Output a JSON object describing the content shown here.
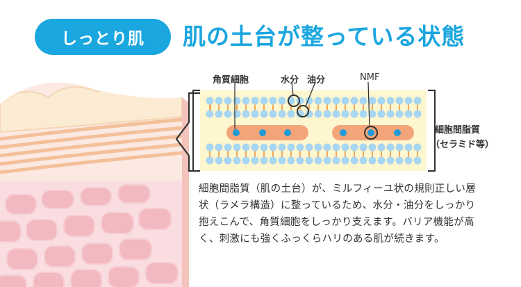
{
  "header": {
    "badge": "しっとり肌",
    "title": "肌の土台が整っている状態"
  },
  "labels": {
    "corneocyte": "角質細胞",
    "water": "水分",
    "oil": "油分",
    "nmf": "NMF",
    "lipid_line1": "細胞間脂質",
    "lipid_line2": "（セラミド等）"
  },
  "description": {
    "line1": "細胞間脂質（肌の土台）が、ミルフィーユ状の規則正しい層",
    "line2": "状（ラメラ構造）に整っているため、水分・油分をしっかり",
    "line3": "抱えこんで、角質細胞をしっかり支えます。バリア機能が高",
    "line4": "く、刺激にも強くふっくらハリのある肌が続きます。"
  },
  "colors": {
    "accent": "#1aa6df",
    "lipid_bg": "#fdf6cf",
    "head_blue": "#a7d6f2",
    "tail_orange": "#f0a85c",
    "cell_orange": "#f3a57a",
    "skin_pink": "#f7c9cc"
  }
}
